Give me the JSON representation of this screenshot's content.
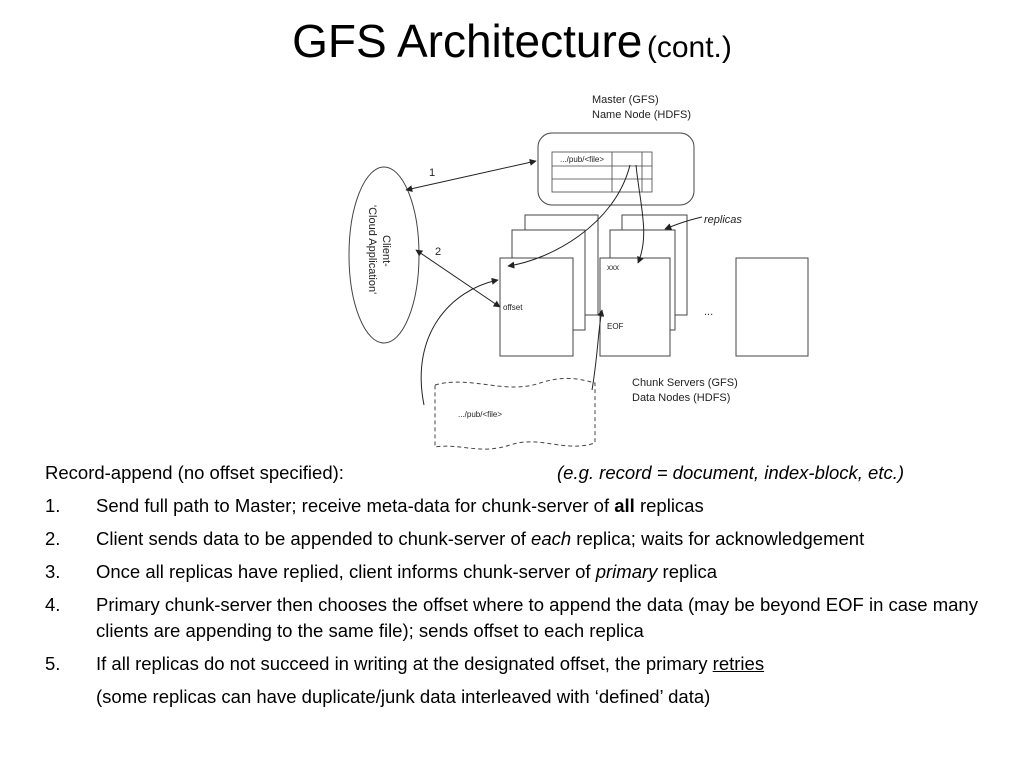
{
  "slide": {
    "title_main": "GFS Architecture",
    "title_sub": "(cont.)"
  },
  "diagram": {
    "master_line1": "Master (GFS)",
    "master_line2": "Name Node (HDFS)",
    "path_label": ".../pub/<file>",
    "client_line1": "Client-",
    "client_line2": "'Cloud Application'",
    "arrow1_label": "1",
    "arrow2_label": "2",
    "replicas_label": "replicas",
    "offset_label": "offset",
    "xxx_label": "xxx",
    "eof_label": "EOF",
    "ellipsis": "...",
    "chunk_line1": "Chunk Servers (GFS)",
    "chunk_line2": "Data Nodes (HDFS)",
    "doc_label": ".../pub/<file>"
  },
  "bullets": {
    "intro": "Record-append (no offset specified):",
    "example": "(e.g. record = document, index-block, etc.)",
    "items": [
      {
        "num": "1.",
        "a": "Send full path to Master; receive meta-data for chunk-server of ",
        "b": "all",
        "c": " replicas"
      },
      {
        "num": "2.",
        "a": "Client sends data to be appended to chunk-server of ",
        "b": "each",
        "c": " replica; waits for acknowledgement"
      },
      {
        "num": "3.",
        "a": "Once all replicas have replied, client informs chunk-server of ",
        "b": "primary",
        "c": " replica"
      },
      {
        "num": "4.",
        "a": "Primary chunk-server then chooses the offset where to append the data (may be beyond EOF in case many clients are appending to the same file); sends offset to each replica"
      },
      {
        "num": "5.",
        "a": "If all replicas do not succeed in writing at the designated offset, the primary ",
        "b": "retries"
      }
    ],
    "note": "(some replicas can have duplicate/junk data interleaved with ‘defined’ data)"
  }
}
